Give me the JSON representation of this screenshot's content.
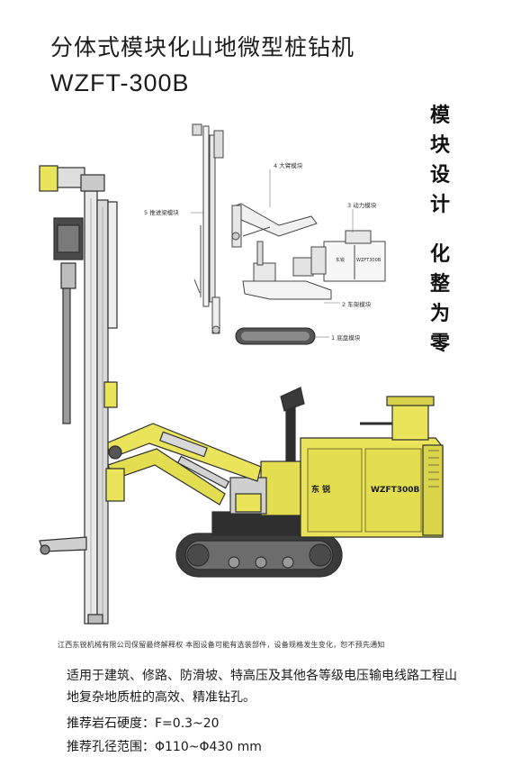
{
  "header": {
    "title": "分体式模块化山地微型桩钻机",
    "model": "WZFT-300B"
  },
  "side_text": [
    "模",
    "块",
    "设",
    "计",
    "化",
    "整",
    "为",
    "零"
  ],
  "module_labels": {
    "boom": "4 大臂模块",
    "feed_beam": "5 推进梁模块",
    "power": "3 动力模块",
    "frame": "2 车架模块",
    "chassis": "1 底盘模块"
  },
  "machine_labels": {
    "brand": "东 锐",
    "model": "WZFT300B",
    "small_brand": "东锐",
    "small_model": "WZFT300B"
  },
  "colors": {
    "machine_yellow": "#e9e45a",
    "machine_dark": "#2d2d2d",
    "outline": "#3a3a3a"
  },
  "footer": {
    "disclaimer": "江西东锐机械有限公司保留最终解释权 本图设备可能有选装部件，设备规格发生变化，恕不预先通知",
    "description": "适用于建筑、修路、防滑坡、特高压及其他各等级电压输电线路工程山地复杂地质桩的高效、精准钻孔。",
    "spec_hardness": "推荐岩石硬度：F=0.3~20",
    "spec_diameter": "推荐孔径范围：Φ110~Φ430 mm"
  }
}
